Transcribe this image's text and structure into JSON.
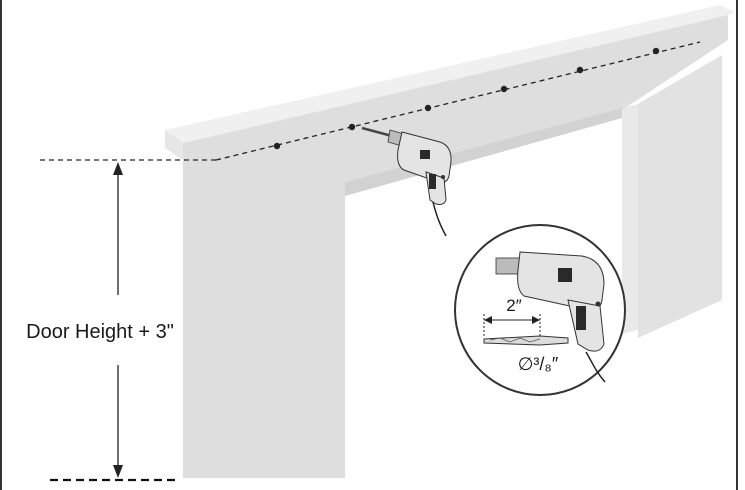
{
  "diagram": {
    "height_label": "Door Height + 3\"",
    "bit_length_label": "2″",
    "bit_diameter_label": "∅³/₈″",
    "drill_marks_count": 6
  },
  "colors": {
    "wall_front": "#dedede",
    "wall_top": "#eeeeee",
    "wall_far": "#e8e8e8",
    "line": "#222222",
    "drill_body": "#e4e4e4",
    "drill_dark": "#2a2a2a"
  },
  "icons": [
    "drill-icon",
    "drill-bit-icon",
    "arrow-up-icon",
    "arrow-down-icon"
  ]
}
